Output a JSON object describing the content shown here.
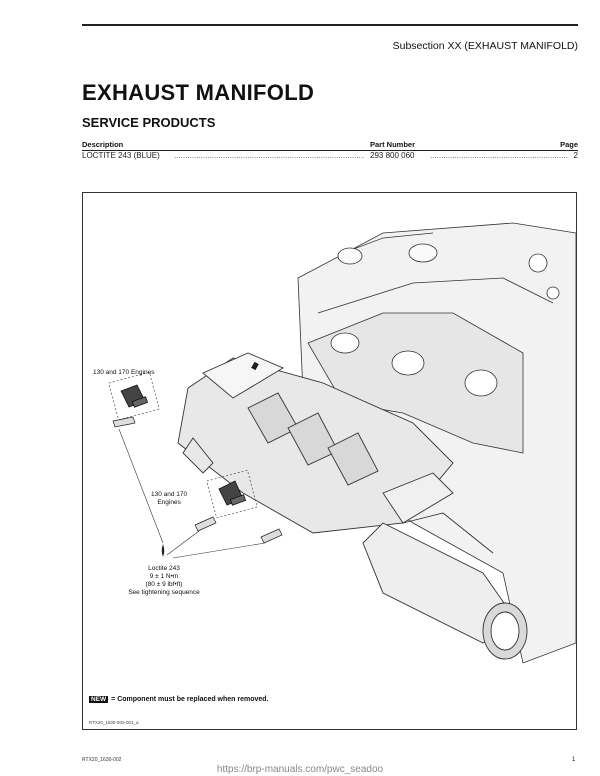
{
  "header": {
    "subsection": "Subsection XX (EXHAUST MANIFOLD)"
  },
  "page": {
    "title": "EXHAUST MANIFOLD",
    "subtitle": "SERVICE PRODUCTS"
  },
  "service_products": {
    "columns": {
      "description": "Description",
      "part_number": "Part Number",
      "page": "Page"
    },
    "rows": [
      {
        "description": "LOCTITE 243 (BLUE)",
        "part_number": "293 800 060",
        "page": "2"
      }
    ]
  },
  "figure": {
    "callouts": {
      "top_engines": "130 and 170 Engines",
      "mid_engines_line1": "130 and 170",
      "mid_engines_line2": "Engines",
      "loctite": "Loctite 243",
      "torque_nm": "9 ± 1 N•m",
      "torque_lbf": "(80 ± 9 lbf•ft)",
      "sequence": "See tightening sequence"
    },
    "legend_badge": "NEW",
    "legend_text": "= Component must be replaced when removed.",
    "code": "RTX20_1630-002-001_a"
  },
  "footer": {
    "code": "RTX20_1630-002",
    "page_number": "1",
    "url": "https://brp-manuals.com/pwc_seadoo"
  }
}
